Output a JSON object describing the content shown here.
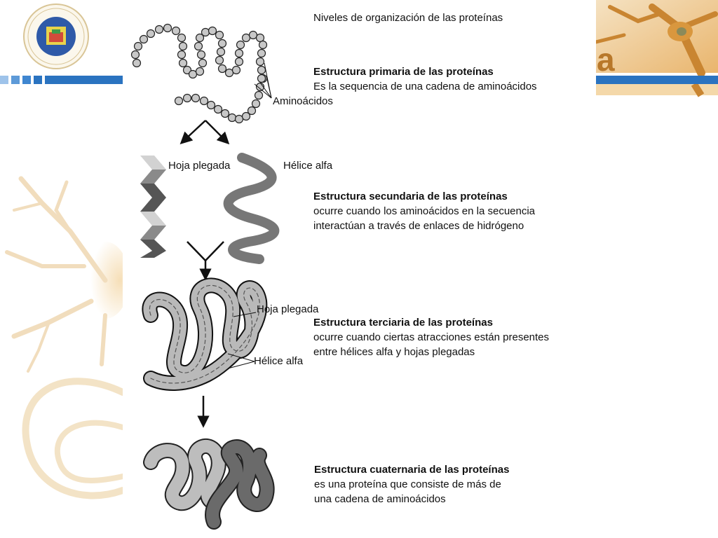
{
  "title": "Niveles de organización de las proteínas",
  "levels": {
    "primary": {
      "heading": "Estructura primaria de las proteínas",
      "line1": "Es la sequencia de una cadena de aminoácidos",
      "label": "Aminoácidos"
    },
    "secondary": {
      "heading": "Estructura secundaria de las proteínas",
      "line1": "ocurre cuando los aminoácidos en la secuencia",
      "line2": "interactúan a través de enlaces de hidrógeno",
      "label_sheet": "Hoja plegada",
      "label_helix": "Hélice alfa"
    },
    "tertiary": {
      "heading": "Estructura terciaria de las proteínas",
      "line1": "ocurre cuando ciertas atracciones están presentes",
      "line2": "entre hélices alfa y hojas plegadas",
      "label_sheet": "Hoja plegada",
      "label_helix": "Hélice alfa"
    },
    "quaternary": {
      "heading": "Estructura cuaternaria de las proteínas",
      "line1": "es una proteína que consiste de más de",
      "line2": "una cadena de aminoácidos"
    }
  },
  "logo_letter": "a",
  "colors": {
    "bead_fill": "#c8c8c8",
    "helix": "#777777",
    "sheet_light": "#d2d2d2",
    "sheet_dark": "#555555",
    "stripe": "#2a73c0",
    "orange": "#d89a45"
  },
  "icons": {
    "seal": "university-seal-icon",
    "down_arrow": "arrow-down-icon",
    "split_arrow": "split-arrow-icon",
    "merge_arrow": "merge-arrow-icon"
  }
}
